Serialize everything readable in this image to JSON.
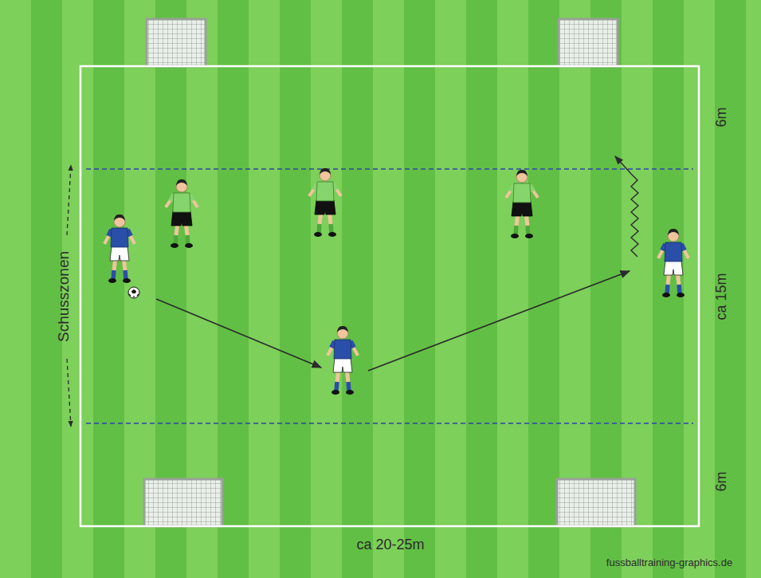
{
  "diagram": {
    "labels": [
      "Schusszonen",
      "6m",
      "ca 15m",
      "6m",
      "ca 20-25m",
      "fussballtraining-graphics.de"
    ]
  }
}
